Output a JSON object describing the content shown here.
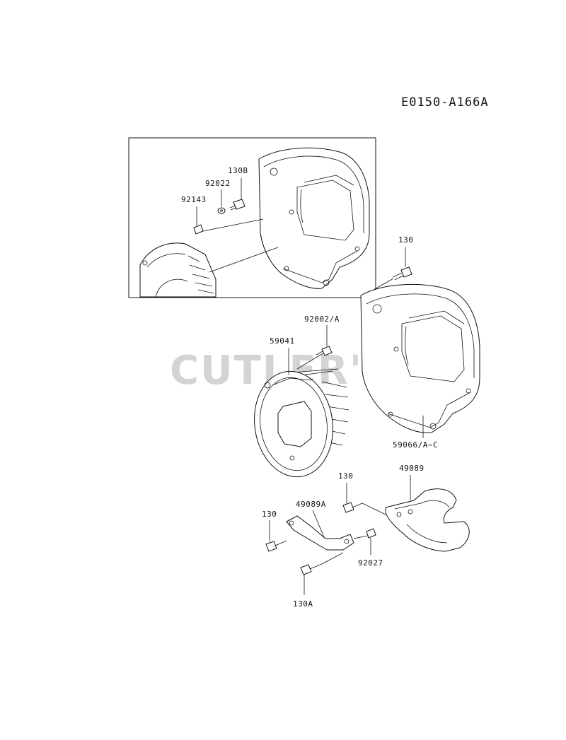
{
  "diagram_code": "E0150-A166A",
  "watermark": "CUTLER'S",
  "parts": {
    "p130B": "130B",
    "p92022": "92022",
    "p92143": "92143",
    "p130_top": "130",
    "p92002A": "92002/A",
    "p59041": "59041",
    "p59066": "59066/A~C",
    "p49089": "49089",
    "p130_mid": "130",
    "p49089A": "49089A",
    "p130_left": "130",
    "p92027": "92027",
    "p130A": "130A"
  }
}
